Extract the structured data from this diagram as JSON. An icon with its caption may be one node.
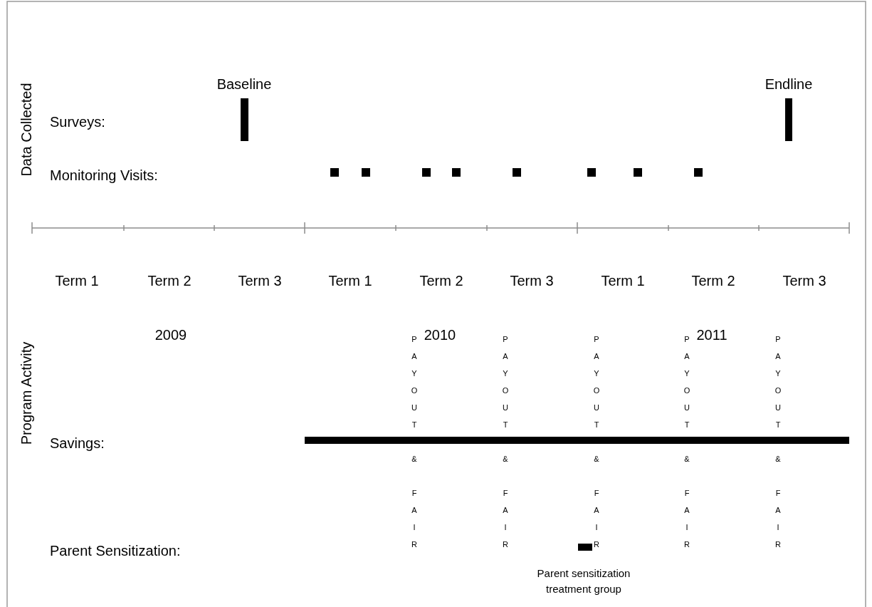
{
  "diagram": {
    "labels": [
      "Data Collected",
      "Baseline",
      "Endline",
      "Surveys:",
      "Monitoring Visits:",
      "Term 1",
      "Term 2",
      "Term 3",
      "Term 1",
      "Term 2",
      "Term 3",
      "Term 1",
      "Term 2",
      "Term 3",
      "Program Activity",
      "2009",
      "2010",
      "2011",
      "PAYOUT & FAIR",
      "PAYOUT & FAIR",
      "PAYOUT & FAIR",
      "PAYOUT & FAIR",
      "PAYOUT & FAIR",
      "Savings:",
      "Parent Sensitization:",
      "Parent sensitization treatment group"
    ]
  }
}
